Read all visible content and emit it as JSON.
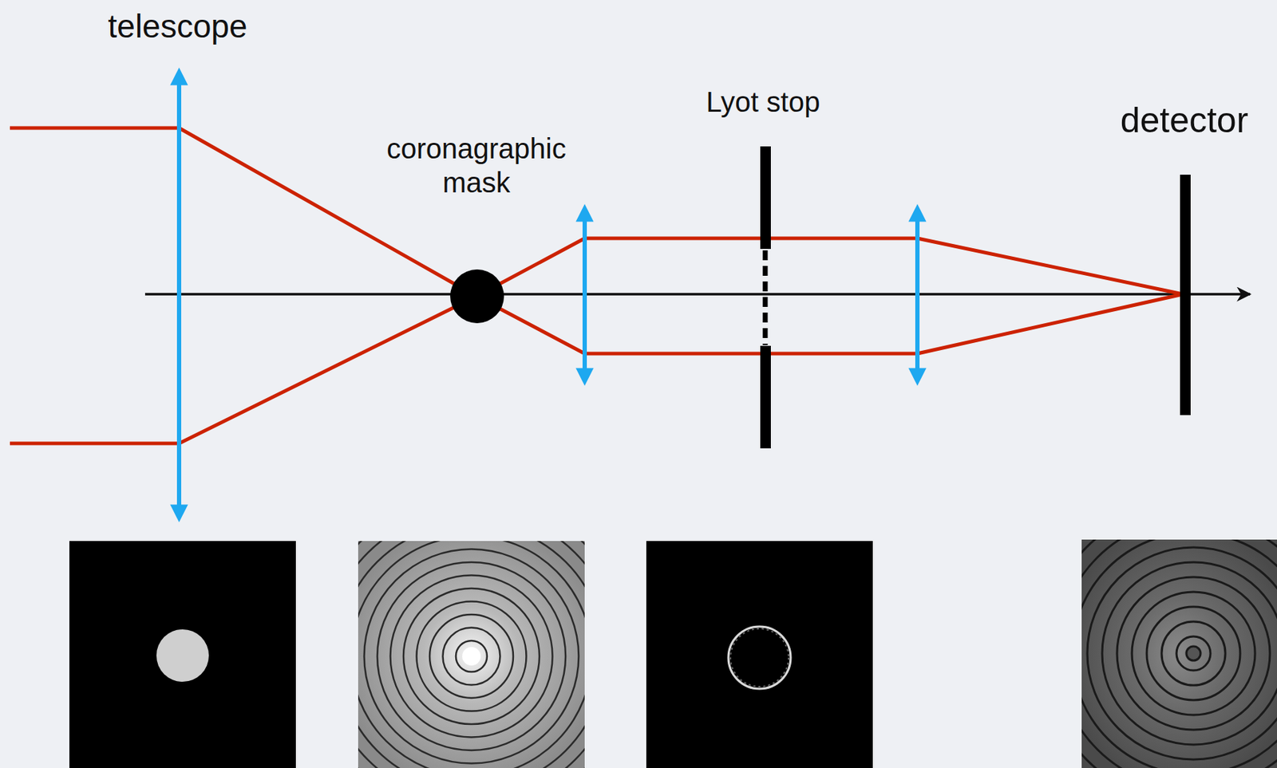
{
  "diagram": {
    "labels": [
      "telescope",
      "coronagraphic mask",
      "Lyot stop",
      "detector"
    ]
  }
}
